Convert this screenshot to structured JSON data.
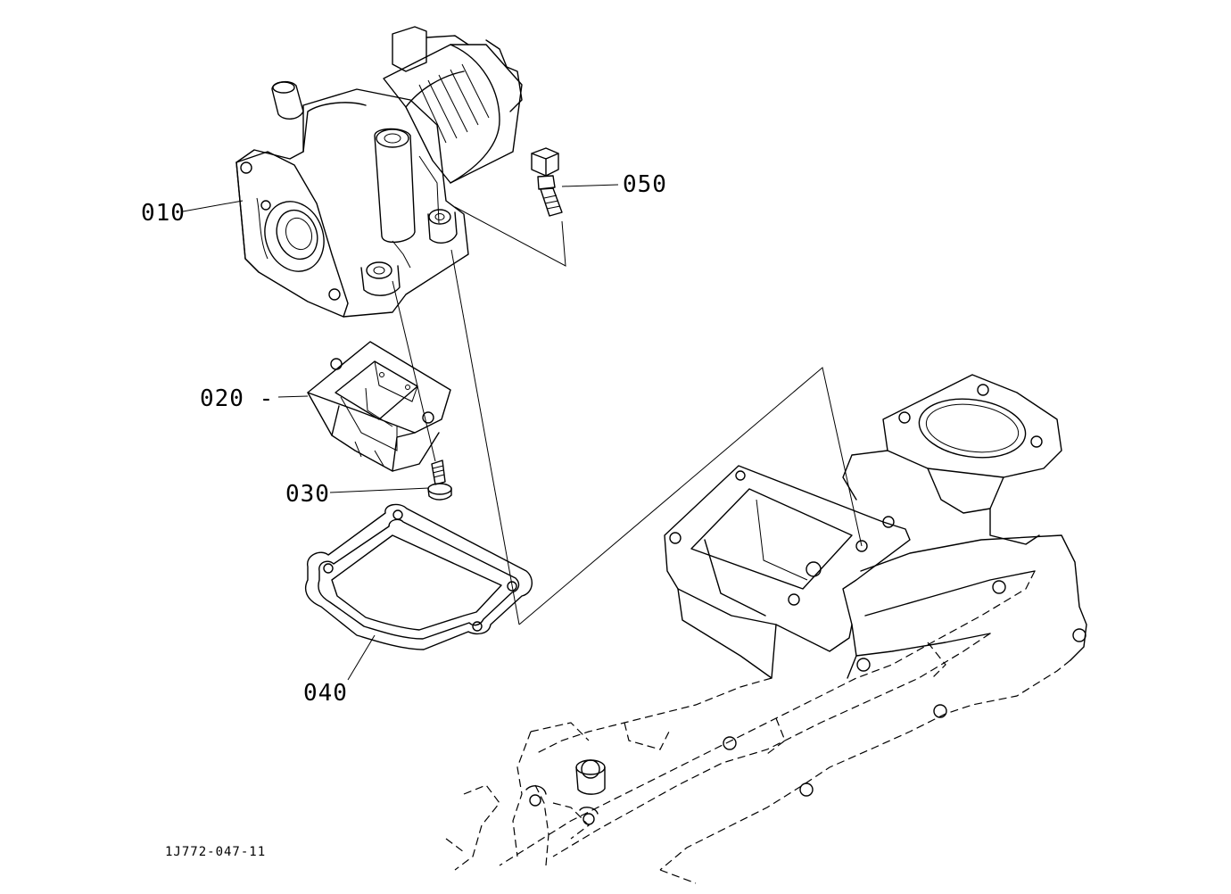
{
  "diagram": {
    "figure_code": "1J772-047-11",
    "callouts": [
      {
        "id": "010",
        "label": "010"
      },
      {
        "id": "020",
        "label": "020 -"
      },
      {
        "id": "030",
        "label": "030"
      },
      {
        "id": "040",
        "label": "040"
      },
      {
        "id": "050",
        "label": "050"
      }
    ]
  }
}
